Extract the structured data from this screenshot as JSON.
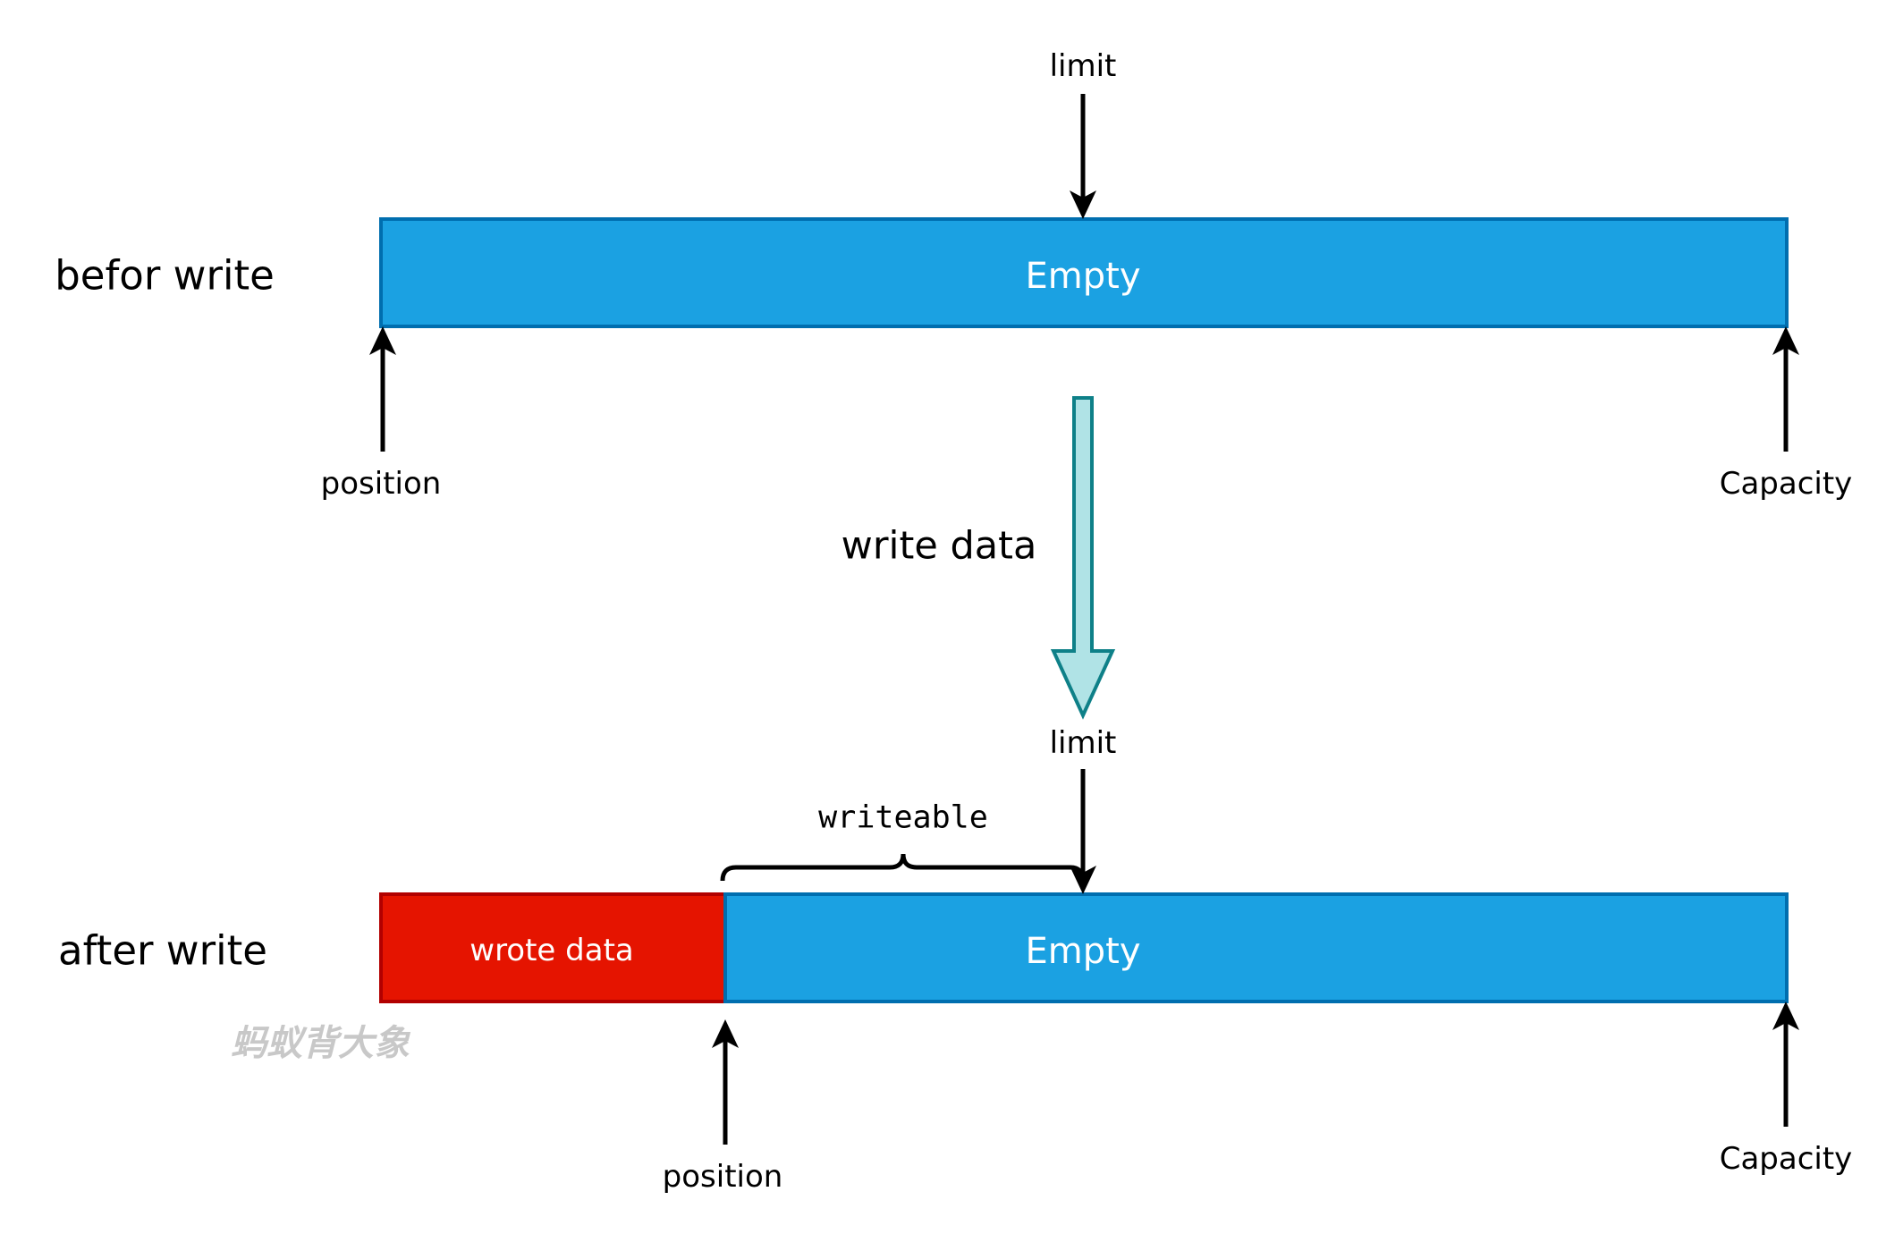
{
  "rows": {
    "before_label": "befor write",
    "after_label": "after write"
  },
  "before": {
    "empty_label": "Empty",
    "limit_label": "limit",
    "position_label": "position",
    "capacity_label": "Capacity"
  },
  "transition": {
    "label": "write data"
  },
  "after": {
    "wrote_label": "wrote data",
    "empty_label": "Empty",
    "limit_label": "limit",
    "writeable_label": "writeable",
    "position_label": "position",
    "capacity_label": "Capacity"
  },
  "watermark": "蚂蚁背大象",
  "colors": {
    "empty_fill": "#1ba1e2",
    "empty_stroke": "#006eaf",
    "wrote_fill": "#e51400",
    "wrote_stroke": "#b20000",
    "flow_arrow_fill": "#b0e3e6",
    "flow_arrow_stroke": "#0e8088",
    "pointer": "#000000"
  }
}
